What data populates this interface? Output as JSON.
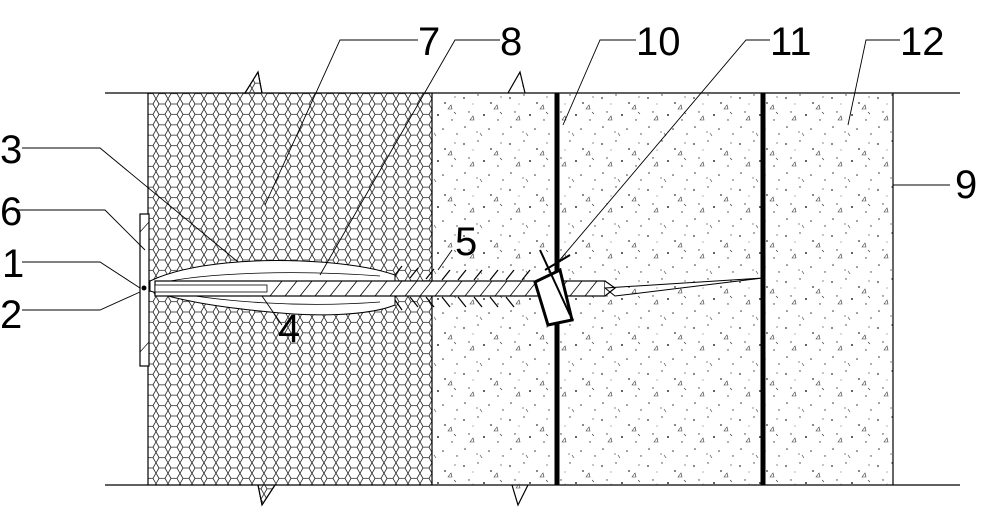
{
  "diagram": {
    "callouts": [
      {
        "id": "label-7",
        "text": "7"
      },
      {
        "id": "label-8",
        "text": "8"
      },
      {
        "id": "label-10",
        "text": "10"
      },
      {
        "id": "label-11",
        "text": "11"
      },
      {
        "id": "label-12",
        "text": "12"
      },
      {
        "id": "label-9",
        "text": "9"
      },
      {
        "id": "label-3",
        "text": "3"
      },
      {
        "id": "label-6",
        "text": "6"
      },
      {
        "id": "label-1",
        "text": "1"
      },
      {
        "id": "label-2",
        "text": "2"
      },
      {
        "id": "label-4",
        "text": "4"
      },
      {
        "id": "label-5",
        "text": "5"
      }
    ]
  }
}
